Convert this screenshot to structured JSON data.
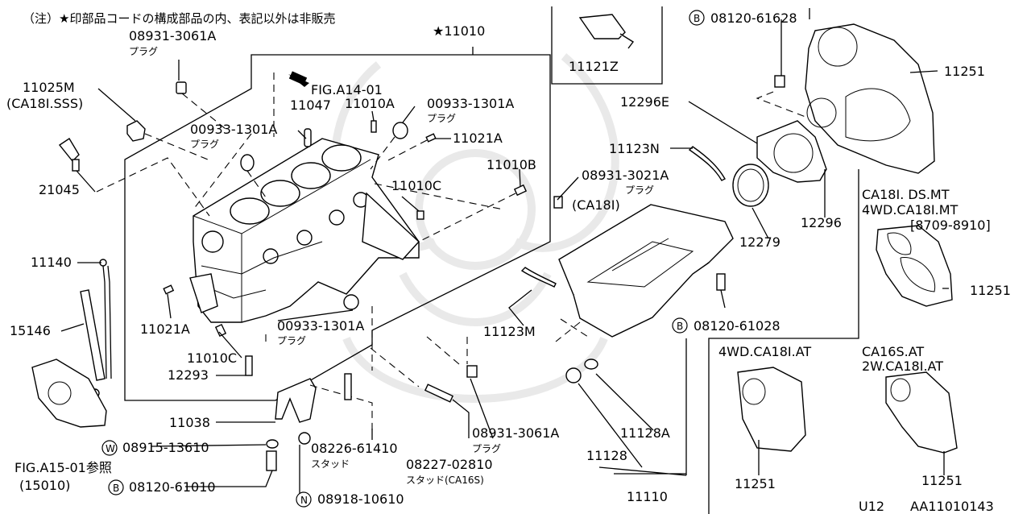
{
  "note": "（注）★印部品コードの構成部品の内、表記以外は非販売",
  "assembly_label": "★11010",
  "fig_ref_top": "FIG.A14-01",
  "callouts": {
    "p08931_3061A_top": "08931-3061A",
    "p08931_3061A_top_sub": "プラグ",
    "p11025M": "11025M",
    "p11025M_sub": "(CA18I.SSS)",
    "p11047": "11047",
    "p11010A": "11010A",
    "p00933_1301A_right": "00933-1301A",
    "p00933_1301A_right_sub": "プラグ",
    "p00933_1301A_left": "00933-1301A",
    "p00933_1301A_left_sub": "プラグ",
    "p11021A_top": "11021A",
    "p21045": "21045",
    "p11010B": "11010B",
    "p11010C_top": "11010C",
    "p11140": "11140",
    "p15146": "15146",
    "p11021A_bottom": "11021A",
    "p00933_1301A_bottom": "00933-1301A",
    "p00933_1301A_bottom_sub": "プラグ",
    "p11010C_bottom": "11010C",
    "p12293": "12293",
    "p11038": "11038",
    "p08915_13610": "08915-13610",
    "p08915_13610_badge": "W",
    "fig_a15": "FIG.A15-01参照",
    "fig_a15_sub": "(15010)",
    "p08120_61010": "08120-61010",
    "p08120_61010_badge": "B",
    "p08226_61410": "08226-61410",
    "p08226_61410_sub": "スタッド",
    "p08227_02810": "08227-02810",
    "p08227_02810_sub": "スタッド(CA16S)",
    "p08918_10610": "08918-10610",
    "p08918_10610_badge": "N",
    "p08931_3061A_bottom": "08931-3061A",
    "p08931_3061A_bottom_sub": "プラグ",
    "p11121Z": "11121Z",
    "p08120_61628": "08120-61628",
    "p08120_61628_badge": "B",
    "p11251_top": "11251",
    "p12296E": "12296E",
    "p11123N": "11123N",
    "p08931_3021A": "08931-3021A",
    "p08931_3021A_sub": "プラグ",
    "p08931_3021A_sub2": "(CA18I)",
    "p12296": "12296",
    "p12279": "12279",
    "p11123M": "11123M",
    "p08120_61028": "08120-61028",
    "p08120_61028_badge": "B",
    "p11128A": "11128A",
    "p11128": "11128",
    "p11110": "11110"
  },
  "variant_panels": {
    "top_right_line1": "CA18I. DS.MT",
    "top_right_line2": "4WD.CA18I.MT",
    "top_right_line3": "[8709-8910]",
    "top_right_part": "11251",
    "bottom_left_line1": "4WD.CA18I.AT",
    "bottom_left_part": "11251",
    "bottom_right_line1": "CA16S.AT",
    "bottom_right_line2": "2W.CA18I.AT",
    "bottom_right_part": "11251"
  },
  "footer": {
    "model": "U12",
    "diagram_id": "AA11010143"
  }
}
